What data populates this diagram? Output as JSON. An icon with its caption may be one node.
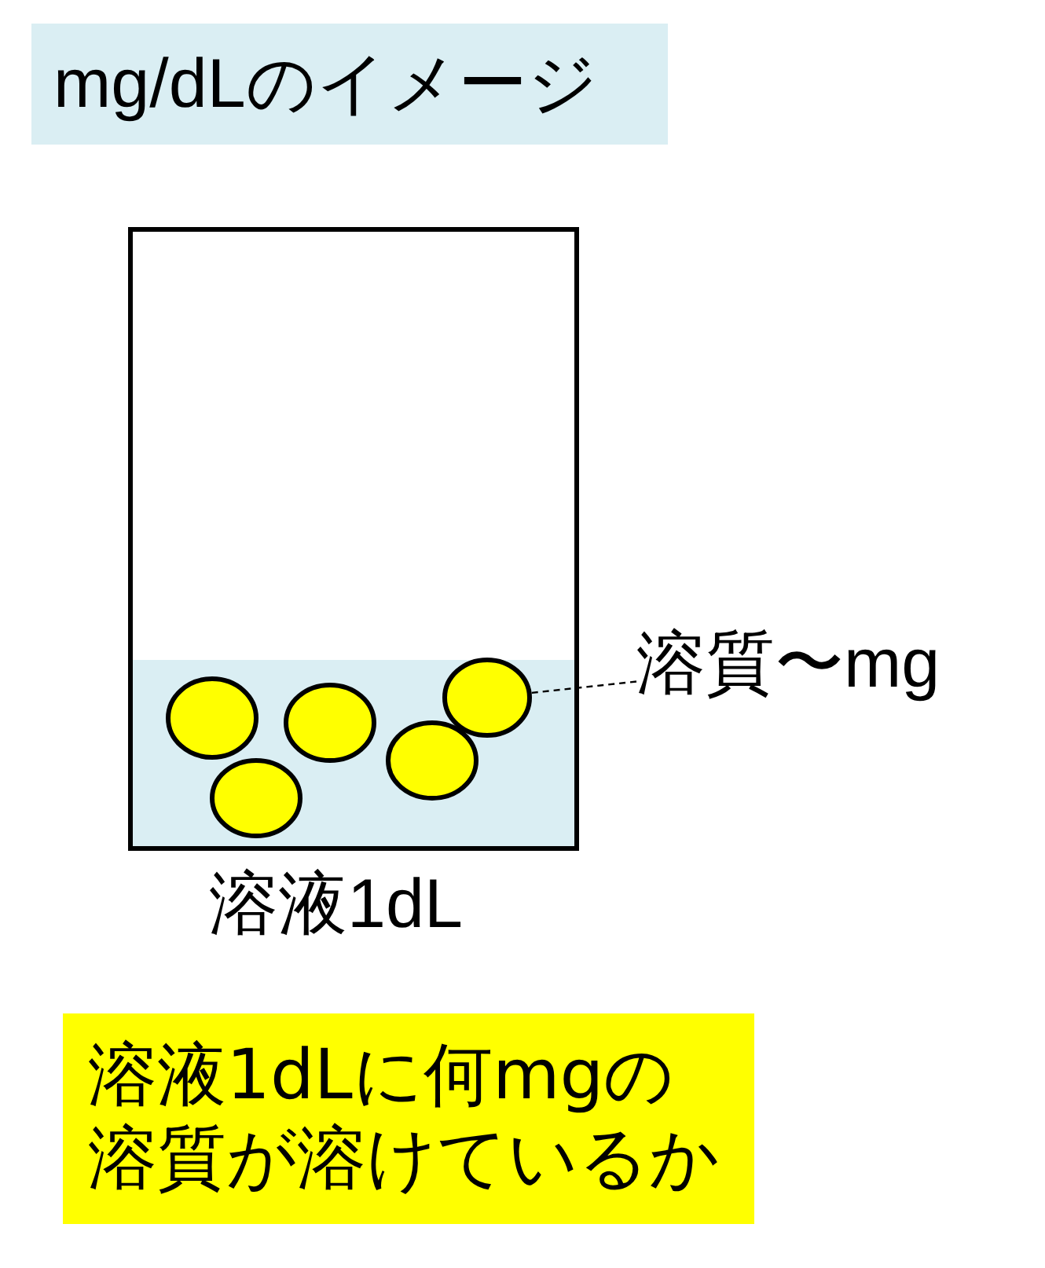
{
  "diagram": {
    "title": "mg/dLのイメージ",
    "nodes": [
      {
        "text": [],
        "shape": "circle"
      },
      {
        "text": [],
        "shape": "circle"
      },
      {
        "text": [],
        "shape": "circle"
      },
      {
        "text": [],
        "shape": "circle"
      },
      {
        "text": [],
        "shape": "circle"
      },
      {
        "text": [
          "溶質〜mg"
        ]
      },
      {
        "text": [
          "溶液1dLに何mgの溶質が溶けているか"
        ]
      }
    ],
    "edges": [
      {
        "from": 5,
        "to": 4,
        "arrow": "none",
        "style": "dashed"
      }
    ],
    "labels": [
      "溶液1dL"
    ]
  }
}
